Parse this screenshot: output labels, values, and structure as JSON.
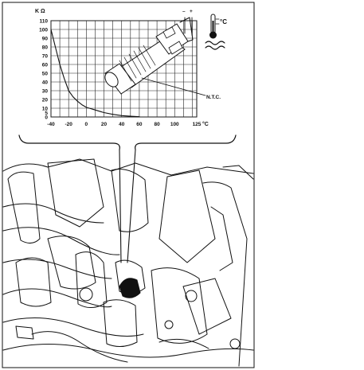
{
  "chart_data": {
    "type": "line",
    "title": "",
    "y_unit_label": "K Ω",
    "x_unit_label": "°C",
    "x_ticks": [
      "-40",
      "-20",
      "0",
      "20",
      "40",
      "60",
      "80",
      "100",
      "125"
    ],
    "y_ticks": [
      "0",
      "5",
      "10",
      "20",
      "30",
      "40",
      "50",
      "60",
      "70",
      "80",
      "90",
      "100",
      "110"
    ],
    "grid": true,
    "series": [
      {
        "name": "",
        "x": [
          -40,
          -35,
          -30,
          -25,
          -20,
          -15,
          -10,
          -5,
          0,
          10,
          20,
          30,
          40,
          50,
          60
        ],
        "y": [
          100,
          80,
          60,
          44,
          30,
          23,
          18,
          14,
          11,
          8,
          5,
          3,
          1.5,
          0.8,
          0.3
        ]
      }
    ]
  },
  "annotations": {
    "ntc_label": "N.T.C.",
    "polarity_minus": "–",
    "polarity_plus": "+",
    "temp_icon_unit": "°C"
  }
}
